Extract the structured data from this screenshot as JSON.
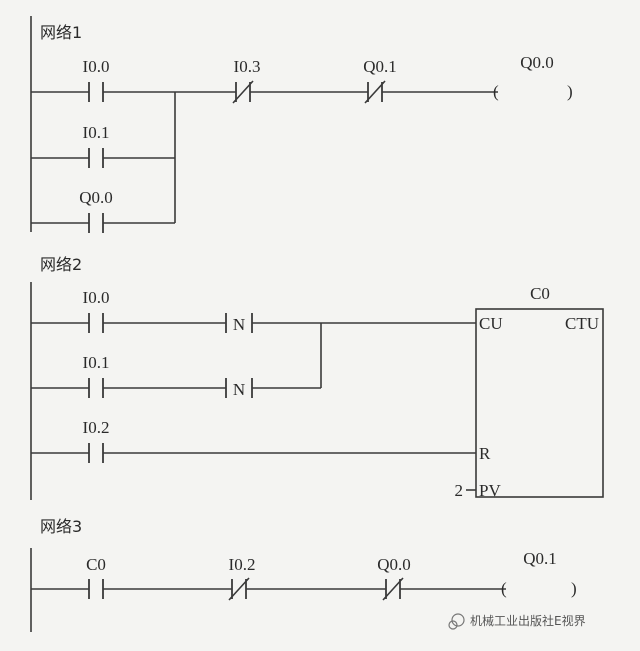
{
  "networks": {
    "n1": {
      "title": "网络1",
      "contacts": [
        "I0.0",
        "I0.1",
        "Q0.0",
        "I0.3",
        "Q0.1"
      ],
      "coil": "Q0.0"
    },
    "n2": {
      "title": "网络2",
      "contacts": [
        "I0.0",
        "I0.1",
        "I0.2"
      ],
      "edge_label": "N",
      "counter": {
        "name": "C0",
        "type": "CTU",
        "pin_cu": "CU",
        "pin_r": "R",
        "pin_pv": "PV",
        "pv_value": "2"
      }
    },
    "n3": {
      "title": "网络3",
      "contacts": [
        "C0",
        "I0.2",
        "Q0.0"
      ],
      "coil": "Q0.1"
    }
  },
  "coil_left": "(",
  "coil_right": ")",
  "watermark": "机械工业出版社E视界"
}
